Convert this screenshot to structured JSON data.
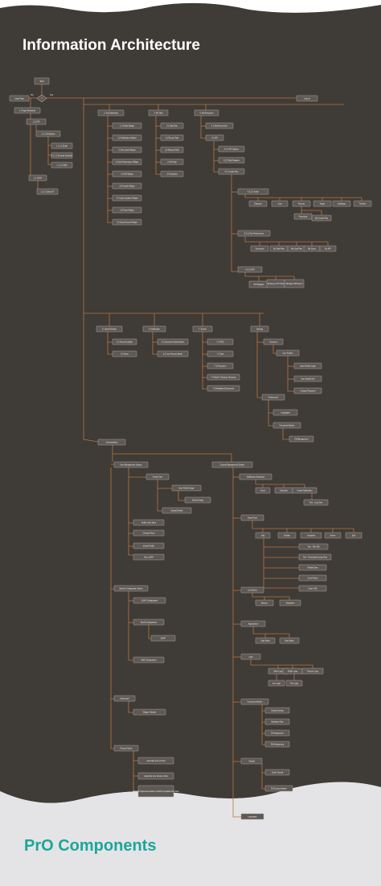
{
  "title": "Information Architecture",
  "footer": "PrO Components",
  "colors": {
    "background": "#3f3b37",
    "node_fill": "#5e5955",
    "node_stroke": "#a8a29c",
    "connector": "#b8763e",
    "node_text": "#f2f0ee",
    "title_text": "#ffffff",
    "footer_text": "#1aa79a",
    "wave": "#e4e4e6"
  },
  "nodes": [
    {
      "id": "n1",
      "label": "Start",
      "kind": "box"
    },
    {
      "id": "n2",
      "label": "?",
      "kind": "decision"
    },
    {
      "id": "n3",
      "label": "No",
      "kind": "tag"
    },
    {
      "id": "n4",
      "label": "Yes",
      "kind": "tag"
    },
    {
      "id": "n5",
      "label": "Login Page",
      "kind": "box"
    },
    {
      "id": "n6",
      "label": "Log out",
      "kind": "box"
    },
    {
      "id": "n7",
      "label": "1. Forgot Password",
      "kind": "box"
    },
    {
      "id": "n8",
      "label": "1.1 OTP",
      "kind": "box"
    },
    {
      "id": "n9",
      "label": "1.1.1 Verification",
      "kind": "box"
    },
    {
      "id": "n10",
      "label": "1.1.1.1 Email",
      "kind": "box"
    },
    {
      "id": "n11",
      "label": "1.1.1.2 Security Question",
      "kind": "box"
    },
    {
      "id": "n12",
      "label": "1.1.1.3 SMS",
      "kind": "box"
    },
    {
      "id": "n13",
      "label": "1.2 LDAP",
      "kind": "box"
    },
    {
      "id": "n14",
      "label": "1.2.1 Contact IT",
      "kind": "box"
    },
    {
      "id": "n15",
      "label": "2. My Dashboard",
      "kind": "box"
    },
    {
      "id": "n16",
      "label": "2.1 Profile Widget",
      "kind": "box"
    },
    {
      "id": "n17",
      "label": "2.2 Notification Widget",
      "kind": "box"
    },
    {
      "id": "n18",
      "label": "2.3 My Goals Widget",
      "kind": "box"
    },
    {
      "id": "n19",
      "label": "2.4 My Performance Widget",
      "kind": "box"
    },
    {
      "id": "n20",
      "label": "2.5 KPI Widget",
      "kind": "box"
    },
    {
      "id": "n21",
      "label": "2.6 Growth Widget",
      "kind": "box"
    },
    {
      "id": "n22",
      "label": "2.7 Latest Updates Widget",
      "kind": "box"
    },
    {
      "id": "n23",
      "label": "2.8 Team Widget",
      "kind": "box"
    },
    {
      "id": "n24",
      "label": "2.9 Quick Access Widget",
      "kind": "box"
    },
    {
      "id": "n25",
      "label": "3. My Task",
      "kind": "box"
    },
    {
      "id": "n26",
      "label": "3.1 Task Plan",
      "kind": "box"
    },
    {
      "id": "n27",
      "label": "3.2 Recent Task",
      "kind": "box"
    },
    {
      "id": "n28",
      "label": "3.3 Request Task",
      "kind": "box"
    },
    {
      "id": "n29",
      "label": "3.4 All Task",
      "kind": "box"
    },
    {
      "id": "n30",
      "label": "3.5 Favorites",
      "kind": "box"
    },
    {
      "id": "n31",
      "label": "4. My Resources",
      "kind": "box"
    },
    {
      "id": "n32",
      "label": "4.1 My Recent Item",
      "kind": "box"
    },
    {
      "id": "n33",
      "label": "4.2 KPI",
      "kind": "box"
    },
    {
      "id": "n34",
      "label": "4.2.1 KPI Options",
      "kind": "box"
    },
    {
      "id": "n35",
      "label": "4.2.2 Role Register",
      "kind": "box"
    },
    {
      "id": "n36",
      "label": "4.2.3 Goals Plan",
      "kind": "box"
    },
    {
      "id": "n37",
      "label": "4.2.3.1 Action",
      "kind": "box"
    },
    {
      "id": "n38",
      "label": "Objective",
      "kind": "box"
    },
    {
      "id": "n39",
      "label": "Goal",
      "kind": "box"
    },
    {
      "id": "n40",
      "label": "Process",
      "kind": "box"
    },
    {
      "id": "n41",
      "label": "Target",
      "kind": "box"
    },
    {
      "id": "n42",
      "label": "Individual",
      "kind": "box"
    },
    {
      "id": "n43",
      "label": "Timeline",
      "kind": "box"
    },
    {
      "id": "n44",
      "label": "Procedure",
      "kind": "box"
    },
    {
      "id": "n45",
      "label": "My Growth Plan",
      "kind": "box"
    },
    {
      "id": "n46",
      "label": "4.2.3.2 My Performance",
      "kind": "box"
    },
    {
      "id": "n47",
      "label": "Scorecard",
      "kind": "box"
    },
    {
      "id": "n48",
      "label": "My Task Plan",
      "kind": "box"
    },
    {
      "id": "n49",
      "label": "My Goal Plan",
      "kind": "box"
    },
    {
      "id": "n50",
      "label": "My Score",
      "kind": "box"
    },
    {
      "id": "n51",
      "label": "My KPI",
      "kind": "box"
    },
    {
      "id": "n52",
      "label": "4.2.3.3 KPI",
      "kind": "box"
    },
    {
      "id": "n53",
      "label": "KPI Widgets",
      "kind": "box"
    },
    {
      "id": "n54",
      "label": "Employee KPI Card",
      "kind": "box"
    },
    {
      "id": "n55",
      "label": "Manager KPI Report",
      "kind": "box"
    },
    {
      "id": "n56",
      "label": "5. Latest Release",
      "kind": "box"
    },
    {
      "id": "n57",
      "label": "5.1 Process Update",
      "kind": "box"
    },
    {
      "id": "n58",
      "label": "5.2 News",
      "kind": "box"
    },
    {
      "id": "n59",
      "label": "6. Notification",
      "kind": "box"
    },
    {
      "id": "n60",
      "label": "6.1 Document Downloaded",
      "kind": "box"
    },
    {
      "id": "n61",
      "label": "6.2 Your Process Model",
      "kind": "box"
    },
    {
      "id": "n62",
      "label": "7. Search",
      "kind": "box"
    },
    {
      "id": "n63",
      "label": "7.1 RACI",
      "kind": "box"
    },
    {
      "id": "n64",
      "label": "7.2 Task",
      "kind": "box"
    },
    {
      "id": "n65",
      "label": "7.3 Procedure",
      "kind": "box"
    },
    {
      "id": "n66",
      "label": "7.4 Model / Glossary Hierarchy",
      "kind": "box"
    },
    {
      "id": "n67",
      "label": "7.5 Metadata (Document)",
      "kind": "box"
    },
    {
      "id": "n68",
      "label": "Settings",
      "kind": "box"
    },
    {
      "id": "n69",
      "label": "Accounts",
      "kind": "box"
    },
    {
      "id": "n70",
      "label": "User Profiles",
      "kind": "box"
    },
    {
      "id": "n71",
      "label": "Save Profile Image",
      "kind": "box"
    },
    {
      "id": "n72",
      "label": "User Details Info",
      "kind": "box"
    },
    {
      "id": "n73",
      "label": "Change Password",
      "kind": "box"
    },
    {
      "id": "n74",
      "label": "Preferences",
      "kind": "box"
    },
    {
      "id": "n75",
      "label": "Languages",
      "kind": "box"
    },
    {
      "id": "n76",
      "label": "Functional Module",
      "kind": "box"
    },
    {
      "id": "n77",
      "label": "Fill Management",
      "kind": "box"
    },
    {
      "id": "n78",
      "label": "Administration",
      "kind": "box"
    },
    {
      "id": "n79",
      "label": "User Management System",
      "kind": "box"
    },
    {
      "id": "n80",
      "label": "Create User",
      "kind": "box"
    },
    {
      "id": "n81",
      "label": "User Profile Image",
      "kind": "box"
    },
    {
      "id": "n82",
      "label": "Default Image",
      "kind": "box"
    },
    {
      "id": "n83",
      "label": "Upload Details",
      "kind": "box"
    },
    {
      "id": "n84",
      "label": "Profile User Value",
      "kind": "box"
    },
    {
      "id": "n85",
      "label": "Change Photo",
      "kind": "box"
    },
    {
      "id": "n86",
      "label": "Invited Profile",
      "kind": "box"
    },
    {
      "id": "n87",
      "label": "Sync LDAP",
      "kind": "box"
    },
    {
      "id": "n88",
      "label": "Content Management System",
      "kind": "box"
    },
    {
      "id": "n89",
      "label": "Notification Broadcast",
      "kind": "box"
    },
    {
      "id": "n90",
      "label": "Send",
      "kind": "box"
    },
    {
      "id": "n91",
      "label": "Schedule",
      "kind": "box"
    },
    {
      "id": "n92",
      "label": "Create Notification",
      "kind": "box"
    },
    {
      "id": "n93",
      "label": "Text · Long Text",
      "kind": "box"
    },
    {
      "id": "n94",
      "label": "News Feed",
      "kind": "box"
    },
    {
      "id": "n95",
      "label": "Add",
      "kind": "box"
    },
    {
      "id": "n96",
      "label": "Publish",
      "kind": "box"
    },
    {
      "id": "n97",
      "label": "Unpublish",
      "kind": "box"
    },
    {
      "id": "n98",
      "label": "Delete",
      "kind": "box"
    },
    {
      "id": "n99",
      "label": "Edit",
      "kind": "box"
    },
    {
      "id": "n100",
      "label": "Text · Title 300",
      "kind": "box"
    },
    {
      "id": "n101",
      "label": "Text · Description (Long Text)",
      "kind": "box"
    },
    {
      "id": "n102",
      "label": "Publish Date",
      "kind": "box"
    },
    {
      "id": "n103",
      "label": "Cover Photo",
      "kind": "box"
    },
    {
      "id": "n104",
      "label": "Cover URL",
      "kind": "box"
    },
    {
      "id": "n105",
      "label": "Link Admin",
      "kind": "box"
    },
    {
      "id": "n106",
      "label": "Bounce",
      "kind": "box"
    },
    {
      "id": "n107",
      "label": "Integration",
      "kind": "box"
    },
    {
      "id": "n108",
      "label": "Appearance",
      "kind": "box"
    },
    {
      "id": "n109",
      "label": "Light Mode",
      "kind": "box"
    },
    {
      "id": "n110",
      "label": "Dark Mode",
      "kind": "box"
    },
    {
      "id": "n111",
      "label": "Logo",
      "kind": "box"
    },
    {
      "id": "n112",
      "label": "Main Logo",
      "kind": "box"
    },
    {
      "id": "n113",
      "label": "Profile Logo",
      "kind": "box"
    },
    {
      "id": "n114",
      "label": "Favicon Logo",
      "kind": "box"
    },
    {
      "id": "n115",
      "label": "Icon Logo",
      "kind": "box"
    },
    {
      "id": "n116",
      "label": "Text Logo",
      "kind": "box"
    },
    {
      "id": "n117",
      "label": "Functional Module",
      "kind": "box"
    },
    {
      "id": "n118",
      "label": "Default Setting",
      "kind": "box"
    },
    {
      "id": "n119",
      "label": "Workflow Filter",
      "kind": "box"
    },
    {
      "id": "n120",
      "label": "Fill Assignment",
      "kind": "box"
    },
    {
      "id": "n121",
      "label": "Fill Relationship",
      "kind": "box"
    },
    {
      "id": "n122",
      "label": "Tutorial",
      "kind": "box"
    },
    {
      "id": "n123",
      "label": "Guide Tutorial",
      "kind": "box"
    },
    {
      "id": "n124",
      "label": "Full Documentation",
      "kind": "box"
    },
    {
      "id": "n125",
      "label": "Languages",
      "kind": "box"
    },
    {
      "id": "n126",
      "label": "System Configuration Admin",
      "kind": "box"
    },
    {
      "id": "n127",
      "label": "LDAP Configuration",
      "kind": "box"
    },
    {
      "id": "n128",
      "label": "Email Configuration",
      "kind": "box"
    },
    {
      "id": "n129",
      "label": "SMTP",
      "kind": "box"
    },
    {
      "id": "n130",
      "label": "SMS Configuration",
      "kind": "box"
    },
    {
      "id": "n131",
      "label": "Dashboard",
      "kind": "box"
    },
    {
      "id": "n132",
      "label": "Widget / Module",
      "kind": "box"
    },
    {
      "id": "n133",
      "label": "Process Admin",
      "kind": "box"
    },
    {
      "id": "n134",
      "label": "Assembly Line to Flow",
      "kind": "box"
    },
    {
      "id": "n135",
      "label": "Assembly Line Setup to Flow",
      "kind": "box"
    },
    {
      "id": "n136",
      "label": "Network Approval Location in RACI to Update from Flow",
      "kind": "box"
    }
  ]
}
